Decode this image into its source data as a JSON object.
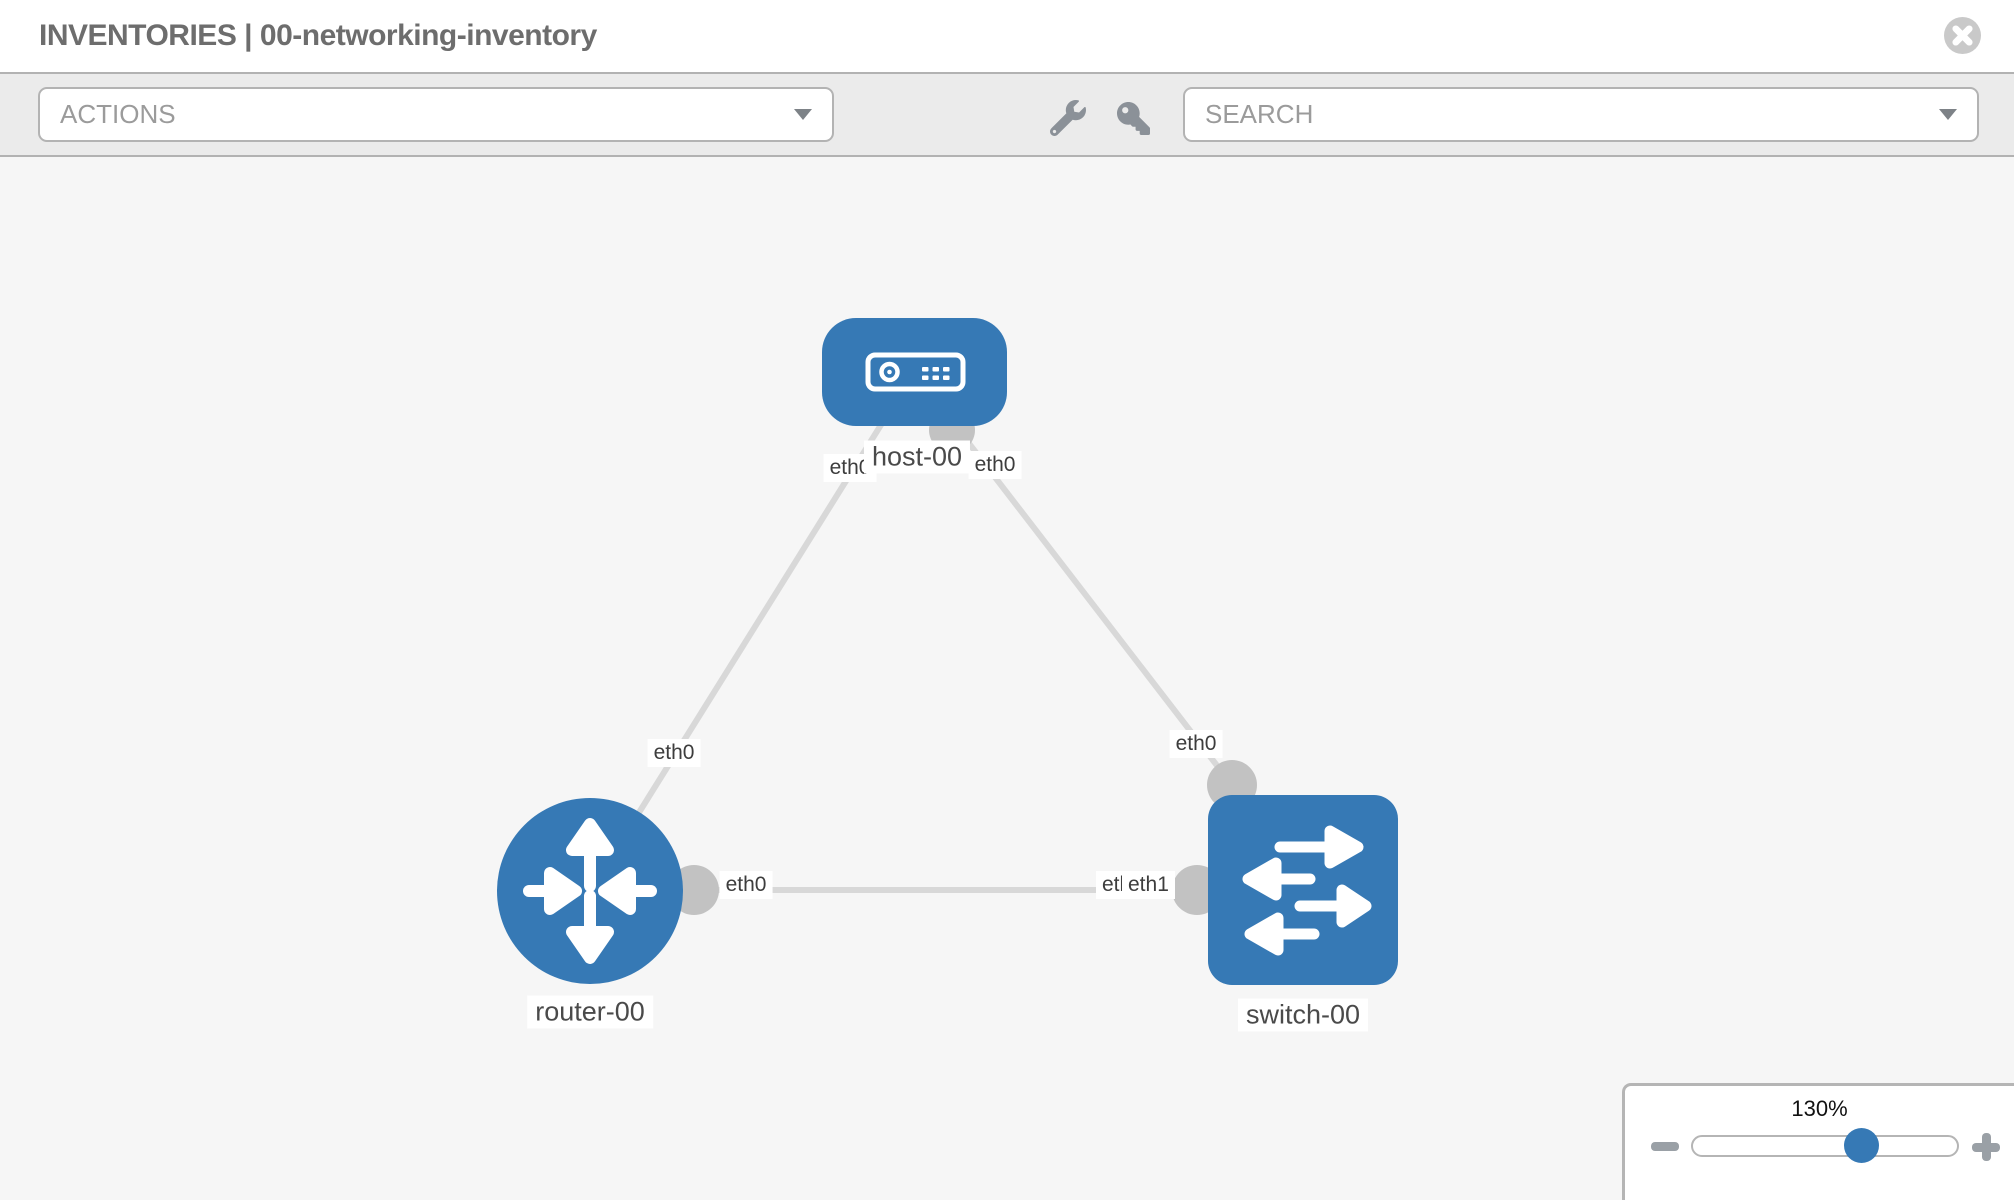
{
  "header": {
    "title": "INVENTORIES | 00-networking-inventory"
  },
  "toolbar": {
    "actions_label": "ACTIONS",
    "search_placeholder": "SEARCH",
    "icons": [
      "wrench-icon",
      "key-icon"
    ]
  },
  "topology": {
    "nodes": [
      {
        "id": "host-00",
        "label": "host-00",
        "type": "host",
        "icon": "server-icon"
      },
      {
        "id": "router-00",
        "label": "router-00",
        "type": "router",
        "icon": "router-arrows-icon"
      },
      {
        "id": "switch-00",
        "label": "switch-00",
        "type": "switch",
        "icon": "switch-arrows-icon"
      }
    ],
    "links": [
      {
        "source": "host-00",
        "target": "router-00",
        "source_interface": "eth0",
        "target_interface": "eth0"
      },
      {
        "source": "host-00",
        "target": "switch-00",
        "source_interface": "eth0",
        "target_interface": "eth0"
      },
      {
        "source": "router-00",
        "target": "switch-00",
        "source_interface": "eth0",
        "target_interfaces": [
          "eth0",
          "eth1"
        ]
      }
    ]
  },
  "zoom_control": {
    "level_label": "130%",
    "slider_percent": 64
  },
  "colors": {
    "node_blue": "#3679b5",
    "link_gray": "#d8d8d8",
    "port_gray": "#c2c2c2",
    "toolbar_bg": "#ebebeb",
    "canvas_bg": "#f6f6f6",
    "title_text": "#6d6d6d"
  }
}
